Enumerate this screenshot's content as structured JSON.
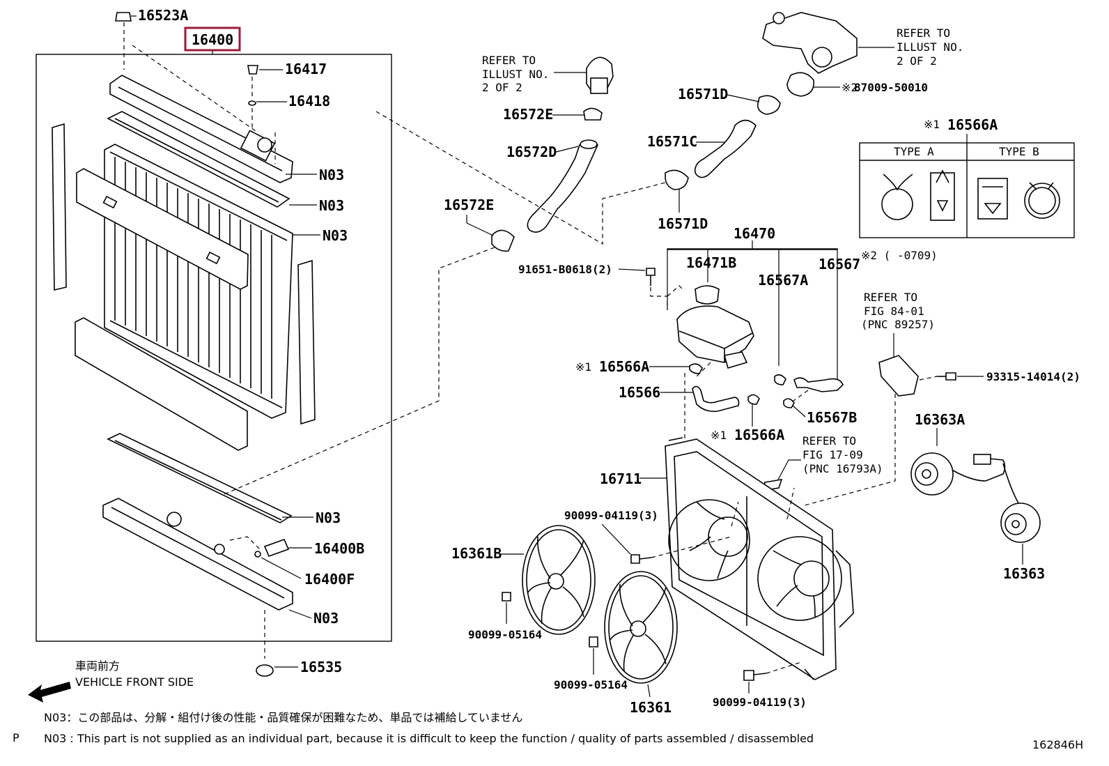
{
  "figure_id": "162846H",
  "corner_mark": "P",
  "highlighted_part": "16400",
  "labels": {
    "p16523A": "16523A",
    "p16400": "16400",
    "p16417": "16417",
    "p16418": "16418",
    "n03_1": "N03",
    "n03_2": "N03",
    "n03_3": "N03",
    "n03_4": "N03",
    "n03_5": "N03",
    "p16400B": "16400B",
    "p16400F": "16400F",
    "p16535": "16535",
    "p16572E_top": "16572E",
    "p16572D": "16572D",
    "p16572E": "16572E",
    "p16571D_top": "16571D",
    "p16571C": "16571C",
    "p16571D": "16571D",
    "p87009": "87009-50010",
    "mark2": "※2",
    "p16566A_box": "16566A",
    "mark1_box": "※1",
    "p91651": "91651-B0618(2)",
    "p16470": "16470",
    "p16471B": "16471B",
    "p16567A": "16567A",
    "p16567": "16567",
    "p16566A_1": "16566A",
    "mark1_a": "※1",
    "p16566": "16566",
    "p16566A_2": "16566A",
    "mark1_b": "※1",
    "p16567B": "16567B",
    "p93315": "93315-14014(2)",
    "p16363A": "16363A",
    "p16363": "16363",
    "p16711": "16711",
    "p90099_04119_a": "90099-04119(3)",
    "p16361B": "16361B",
    "p90099_05164_a": "90099-05164",
    "p90099_05164_b": "90099-05164",
    "p16361": "16361",
    "p90099_04119_b": "90099-04119(3)"
  },
  "refs": {
    "thermostat": [
      "REFER TO",
      "ILLUST NO.",
      "2 OF 2"
    ],
    "water_outlet": [
      "REFER TO",
      "ILLUST NO.",
      "2 OF 2"
    ],
    "fig84": [
      "REFER TO",
      "FIG 84-01",
      "(PNC 89257)"
    ],
    "fig17": [
      "REFER TO",
      "FIG 17-09",
      "(PNC 16793A)"
    ]
  },
  "type_table": {
    "type_a": "TYPE A",
    "type_b": "TYPE B",
    "footnote": "※2 (     -0709)"
  },
  "front": {
    "jp": "車両前方",
    "en": "VEHICLE FRONT SIDE"
  },
  "notes": {
    "jp": "N03：この部品は、分解・組付け後の性能・品質確保が困難なため、単品では補給していません",
    "en": "N03 : This part is not supplied as an individual part, because it is difficult to keep the function / quality of parts assembled / disassembled"
  }
}
